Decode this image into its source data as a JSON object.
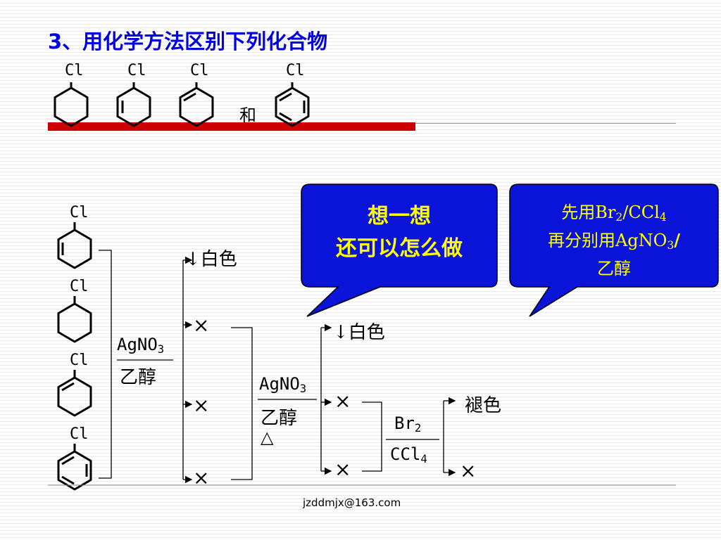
{
  "title": "3、用化学方法区别下列化合物",
  "top_row": {
    "cl": "Cl",
    "and_text": "和"
  },
  "left_column": {
    "cl": "Cl"
  },
  "reagent1": {
    "top": "AgNO",
    "top_sub": "3",
    "bottom": "乙醇"
  },
  "reagent2": {
    "top": "AgNO",
    "top_sub": "3",
    "bottom": "乙醇",
    "heat": "△"
  },
  "reagent3": {
    "top": "Br",
    "top_sub": "2",
    "bottom": "CCl",
    "bottom_sub": "4"
  },
  "results": {
    "white_ppt_1": "↓白色",
    "white_ppt_2": "↓白色",
    "fade": "褪色",
    "none": "×"
  },
  "bubble1": {
    "line1": "想一想",
    "line2": "还可以怎么做"
  },
  "bubble2": {
    "line1_pre": "先用Br",
    "line1_sub1": "2",
    "line1_mid": "/CCl",
    "line1_sub2": "4",
    "line2_pre": "再分别用AgNO",
    "line2_sub": "3",
    "line2_post": "/",
    "line3": "乙醇"
  },
  "footer_email": "jzddmjx@163.com",
  "colors": {
    "title": "#0000e0",
    "bubble_fill": "#0a14d8",
    "bubble_text": "#ffff00",
    "red_bar": "#cc0000"
  }
}
